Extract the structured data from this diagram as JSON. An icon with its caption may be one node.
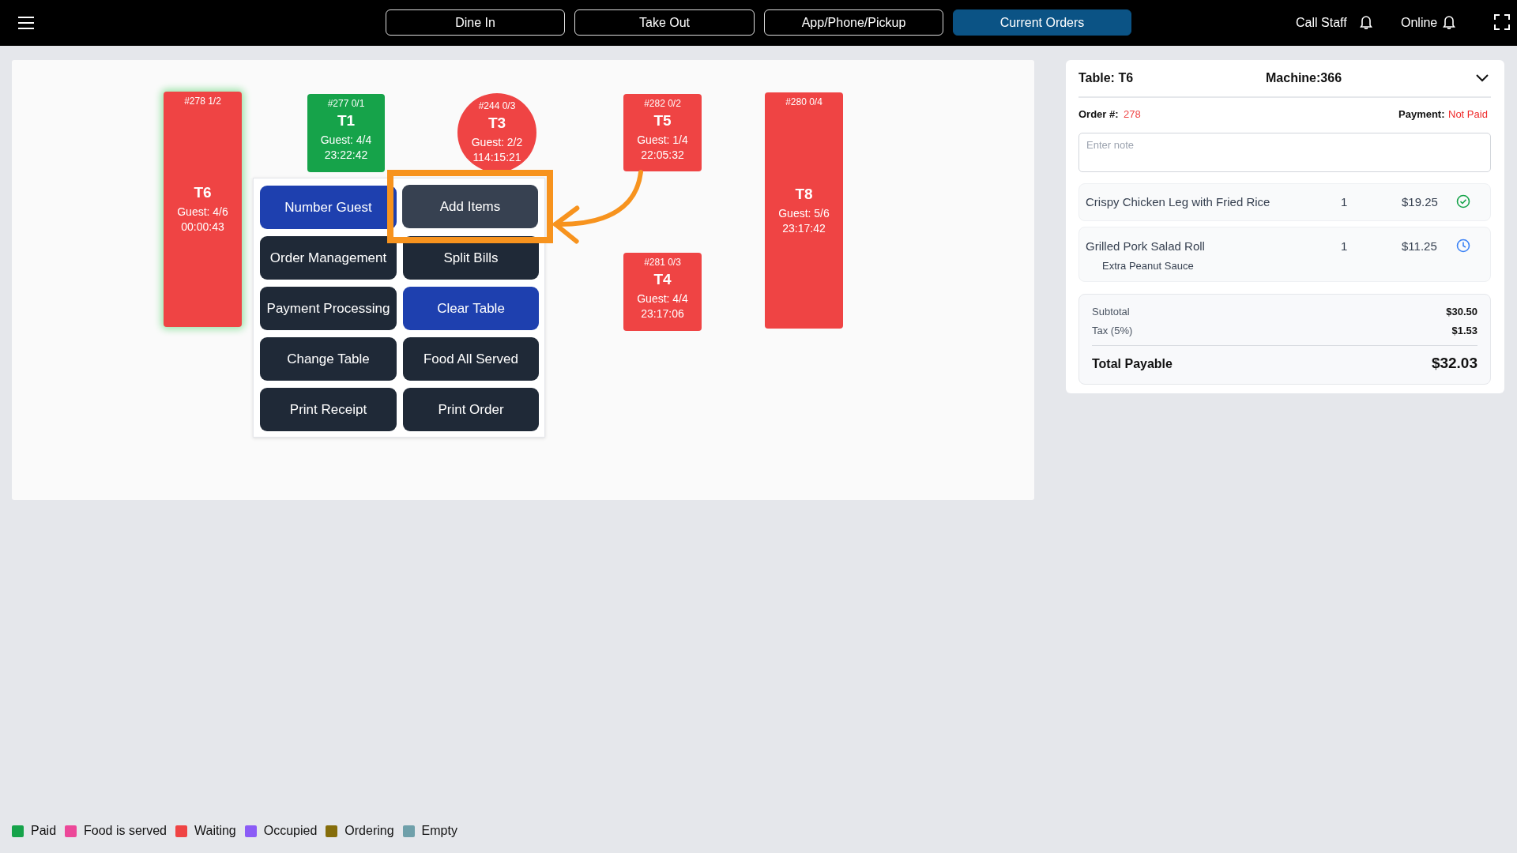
{
  "diagram": {
    "nodes": [
      {
        "text": [
          "#278 1/2",
          "T6",
          "Guest: 4/6",
          "00:00:43"
        ]
      },
      {
        "text": [
          "#277 0/1",
          "T1",
          "Guest: 4/4",
          "23:22:42"
        ]
      },
      {
        "text": [
          "#244 0/3",
          "T3",
          "Guest: 2/2",
          "114:15:21"
        ]
      },
      {
        "text": [
          "#282 0/2",
          "T5",
          "Guest: 1/4",
          "22:05:32"
        ]
      },
      {
        "text": [
          "#280 0/4",
          "T8",
          "Guest: 5/6",
          "23:17:42"
        ]
      },
      {
        "text": [],
        "shape": "box"
      },
      {
        "text": [
          "Number Guest"
        ],
        "in": 5
      },
      {
        "text": [],
        "shape": "box"
      },
      {
        "text": [
          "Add Items"
        ],
        "in": 7
      },
      {
        "text": [
          "Order Management"
        ],
        "in": 5
      },
      {
        "text": [
          "Split Bills"
        ],
        "in": 5
      },
      {
        "text": [
          "Payment Processing"
        ],
        "in": 5
      },
      {
        "text": [
          "Clear Table"
        ],
        "in": 5
      },
      {
        "text": [
          "Change Table"
        ],
        "in": 5
      },
      {
        "text": [
          "Food All Served"
        ],
        "in": 5
      },
      {
        "text": [
          "Print Receipt"
        ],
        "in": 5
      },
      {
        "text": [
          "Print Order"
        ],
        "in": 5
      },
      {
        "text": [
          "#281 0/3",
          "T4",
          "Guest: 4/4",
          "23:17:06"
        ]
      }
    ],
    "edges": [
      {
        "from": 3,
        "to": 7,
        "arrow": "to",
        "color": "#f7931e"
      }
    ],
    "labels": [
      "Dine In",
      "Take Out",
      "App/Phone/Pickup",
      "Current Orders",
      "Call Staff",
      "Online",
      "Table: T6",
      "Machine:366",
      "Order #:",
      "278",
      "Payment:",
      "Not Paid",
      "Enter note",
      "Crispy Chicken Leg with Fried Rice",
      "1",
      "$19.25",
      "Grilled Pork Salad Roll",
      "1",
      "$11.25",
      "Extra Peanut Sauce",
      "Subtotal",
      "$30.50",
      "Tax (5%)",
      "$1.53",
      "Total Payable",
      "$32.03"
    ],
    "legend": [
      {
        "text": "Paid",
        "color": "#16a34a"
      },
      {
        "text": "Food is served",
        "color": "#ec4899"
      },
      {
        "text": "Waiting",
        "color": "#ef4444"
      },
      {
        "text": "Occupied",
        "color": "#8b5cf6"
      },
      {
        "text": "Ordering",
        "color": "#856d0a"
      },
      {
        "text": "Empty",
        "color": "#6fa0aa"
      }
    ]
  }
}
